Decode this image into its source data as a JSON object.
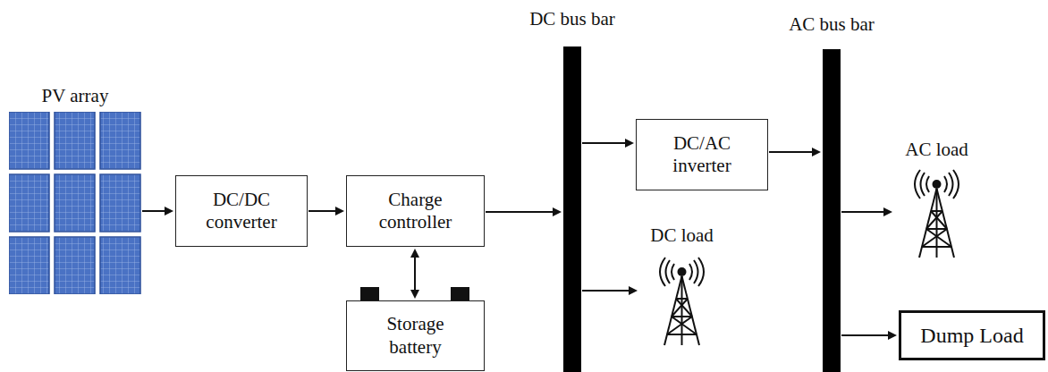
{
  "diagram": {
    "nodes": [
      {
        "text": [
          "PV array"
        ]
      },
      {
        "text": [
          "DC/DC converter"
        ]
      },
      {
        "text": [
          "Charge controller"
        ]
      },
      {
        "text": [
          "Storage battery"
        ]
      },
      {
        "text": [
          "DC bus bar"
        ]
      },
      {
        "text": [
          "DC/AC inverter"
        ]
      },
      {
        "text": [
          "DC load"
        ]
      },
      {
        "text": [
          "AC bus bar"
        ]
      },
      {
        "text": [
          "AC load"
        ]
      },
      {
        "text": [
          "Dump Load"
        ]
      }
    ],
    "edges": [
      {
        "from": 0,
        "to": 1,
        "arrow": "to"
      },
      {
        "from": 1,
        "to": 2,
        "arrow": "to"
      },
      {
        "from": 2,
        "to": 3,
        "arrow": "both"
      },
      {
        "from": 2,
        "to": 4,
        "arrow": "to"
      },
      {
        "from": 4,
        "to": 5,
        "arrow": "to"
      },
      {
        "from": 4,
        "to": 6,
        "arrow": "to"
      },
      {
        "from": 5,
        "to": 7,
        "arrow": "to"
      },
      {
        "from": 7,
        "to": 8,
        "arrow": "to"
      },
      {
        "from": 7,
        "to": 9,
        "arrow": "to"
      }
    ]
  }
}
